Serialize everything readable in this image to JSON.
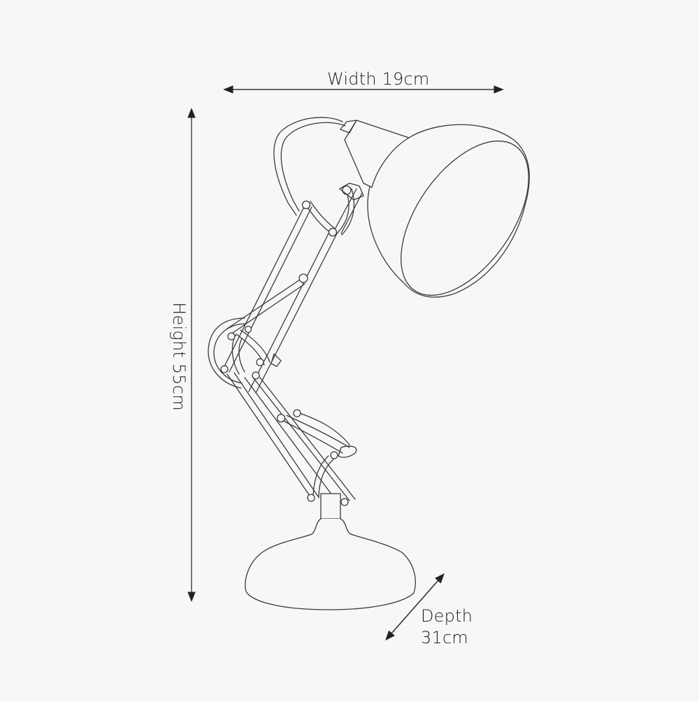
{
  "diagram": {
    "subject": "Adjustable desk lamp",
    "style": "line drawing",
    "background_color": "#f7f7f7",
    "line_color": "#333333",
    "dimensions": {
      "width": {
        "label": "Width 19cm",
        "value": 19,
        "unit": "cm"
      },
      "height": {
        "label": "Height 55cm",
        "value": 55,
        "unit": "cm"
      },
      "depth": {
        "label_line1": "Depth",
        "label_line2": "31cm",
        "value": 31,
        "unit": "cm"
      }
    },
    "parts": [
      "lamp-shade",
      "shade-neck",
      "upper-arm",
      "spring-joint",
      "lower-arm",
      "base-collar",
      "base"
    ]
  }
}
